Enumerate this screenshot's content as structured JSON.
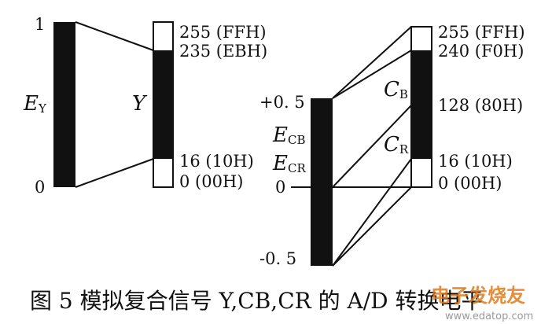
{
  "left": {
    "top_value": "1",
    "bottom_value": "0",
    "signal_main": "E",
    "signal_sub": "Y",
    "digital_label": "Y",
    "levels": [
      "255 (FFH)",
      "235 (EBH)",
      "16 (10H)",
      "0 (00H)"
    ]
  },
  "right": {
    "top_value": "+0. 5",
    "mid_value": "0",
    "bottom_value": "-0. 5",
    "signal_cb_main": "E",
    "signal_cb_sub": "CB",
    "signal_cr_main": "E",
    "signal_cr_sub": "CR",
    "cb_main": "C",
    "cb_sub": "B",
    "cr_main": "C",
    "cr_sub": "R",
    "levels": [
      "255 (FFH)",
      "240 (F0H)",
      "128 (80H)",
      "16 (10H)",
      "0 (00H)"
    ]
  },
  "caption": "图 5  模拟复合信号 Y,CB,CR 的 A/D 转换电平",
  "watermark": {
    "text": "电子发烧友",
    "url": "www.edatop.com"
  },
  "colors": {
    "ink": "#111111",
    "paper": "#ffffff",
    "watermark": "#e07a1c"
  }
}
